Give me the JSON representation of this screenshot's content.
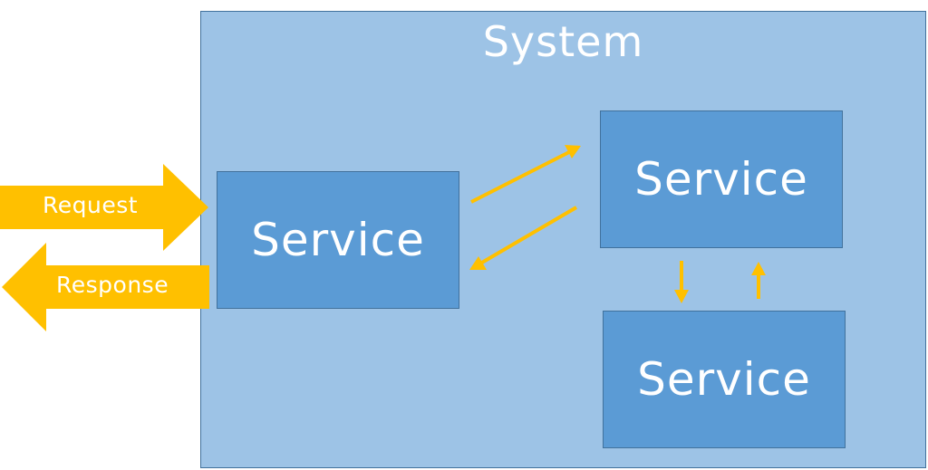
{
  "diagram": {
    "system_title": "System",
    "services": {
      "main": "Service",
      "top": "Service",
      "bottom": "Service"
    },
    "request_label": "Request",
    "response_label": "Response"
  },
  "colors": {
    "system_fill": "#9dc3e6",
    "service_fill": "#5b9bd5",
    "border": "#41719c",
    "arrow": "#ffc000",
    "text": "#ffffff"
  }
}
